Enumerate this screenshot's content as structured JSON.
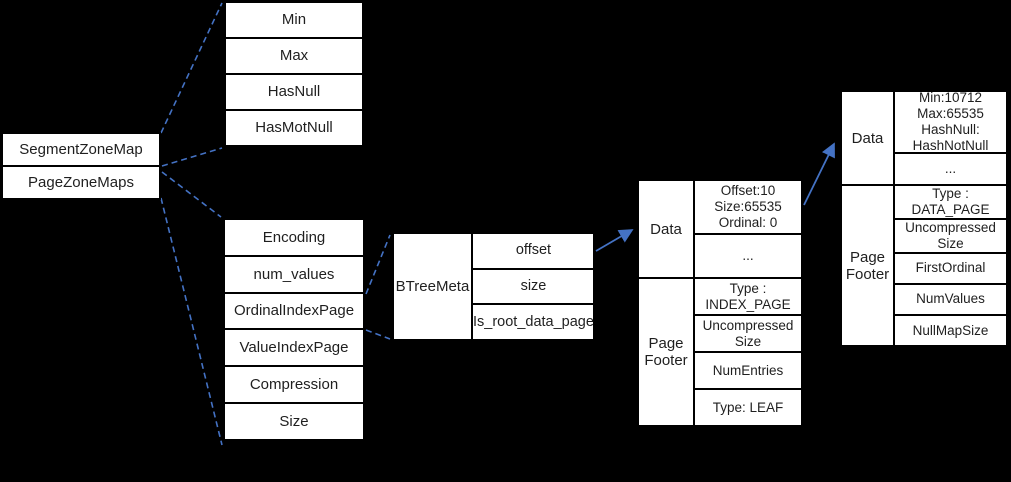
{
  "diagram": {
    "background_color": "#000000",
    "accent_color": "#4472C4",
    "box_fill": "#ffffff",
    "box_border": "#000000",
    "boxes": {
      "zonemap": {
        "rows": [
          "SegmentZoneMap",
          "PageZoneMaps"
        ]
      },
      "segment_zonemap_detail": {
        "rows": [
          "Min",
          "Max",
          "HasNull",
          "HasMotNull"
        ]
      },
      "page_zonemap_detail": {
        "rows": [
          "Encoding",
          "num_values",
          "OrdinalIndexPage",
          "ValueIndexPage",
          "Compression",
          "Size"
        ]
      },
      "btree_meta": {
        "label": "BTreeMeta",
        "rows": [
          "offset",
          "size",
          "Is_root_data_page"
        ]
      },
      "index_page": {
        "data_label": "Data",
        "footer_label": "Page\nFooter",
        "data_rows": [
          "Offset:10\nSize:65535\nOrdinal: 0",
          "..."
        ],
        "footer_rows": [
          "Type :\nINDEX_PAGE",
          "Uncompressed\nSize",
          "NumEntries",
          "Type: LEAF"
        ]
      },
      "data_page": {
        "data_label": "Data",
        "footer_label": "Page\nFooter",
        "data_rows": [
          "Min:10712\nMax:65535\nHashNull:\nHashNotNull",
          "..."
        ],
        "footer_rows": [
          "Type :\nDATA_PAGE",
          "Uncompressed\nSize",
          "FirstOrdinal",
          "NumValues",
          "NullMapSize"
        ]
      }
    }
  }
}
